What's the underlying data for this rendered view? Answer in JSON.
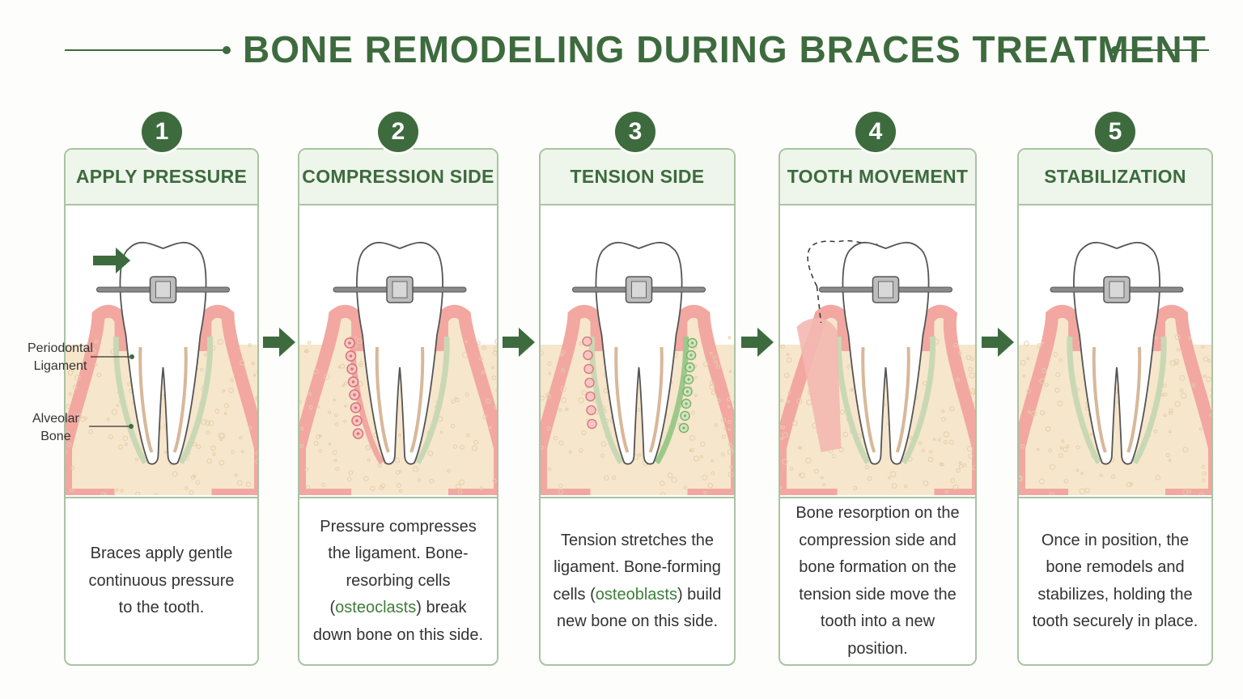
{
  "title": "BONE REMODELING DURING BRACES TREATMENT",
  "labels": {
    "periodontal": [
      "Periodontal",
      "Ligament"
    ],
    "alveolar": [
      "Alveolar",
      "Bone"
    ]
  },
  "colors": {
    "accent": "#3d6b3e",
    "panel_border": "#a9c3a3",
    "header_bg": "#eef5ea",
    "gum": "#f2a7a1",
    "bone": "#f6e6cc"
  },
  "steps": [
    {
      "number": "1",
      "title": "APPLY PRESSURE",
      "desc": [
        "Braces apply gentle",
        "continuous pressure",
        "to the tooth."
      ]
    },
    {
      "number": "2",
      "title": "COMPRESSION SIDE",
      "desc_pre": "Pressure compresses the ligament. Bone-resorbing cells (",
      "desc_hl": "osteoclasts",
      "desc_post": ") break down bone on this side."
    },
    {
      "number": "3",
      "title": "TENSION SIDE",
      "desc_pre": "Tension stretches the ligament. Bone-forming cells (",
      "desc_hl": "osteoblasts",
      "desc_post": ") build new bone on this side."
    },
    {
      "number": "4",
      "title": "TOOTH MOVEMENT",
      "desc": [
        "Bone resorption on the",
        "compression side and",
        "bone formation on the",
        "tension side move the",
        "tooth into a new position."
      ]
    },
    {
      "number": "5",
      "title": "STABILIZATION",
      "desc": [
        "Once in position, the",
        "bone remodels and",
        "stabilizes, holding the",
        "tooth securely in place."
      ]
    }
  ]
}
